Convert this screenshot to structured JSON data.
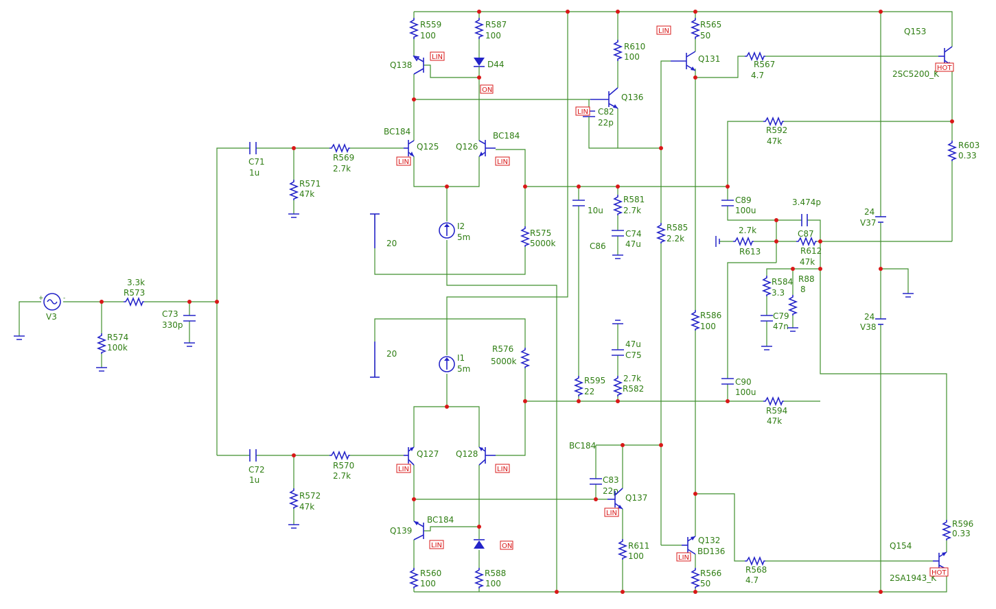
{
  "resistors": [
    {
      "id": "r559",
      "name": "R559",
      "value": "100"
    },
    {
      "id": "r587",
      "name": "R587",
      "value": "100"
    },
    {
      "id": "r610",
      "name": "R610",
      "value": "100"
    },
    {
      "id": "r565",
      "name": "R565",
      "value": "50"
    },
    {
      "id": "r567",
      "name": "R567",
      "value": "4.7"
    },
    {
      "id": "r592",
      "name": "R592",
      "value": "47k"
    },
    {
      "id": "r603",
      "name": "R603",
      "value": "0.33"
    },
    {
      "id": "r569",
      "name": "R569",
      "value": "2.7k"
    },
    {
      "id": "r571",
      "name": "R571",
      "value": "47k"
    },
    {
      "id": "r581",
      "name": "R581",
      "value": "2.7k"
    },
    {
      "id": "r585",
      "name": "R585",
      "value": "2.2k"
    },
    {
      "id": "r575",
      "name": "R575",
      "value": "5000k"
    },
    {
      "id": "r613",
      "name": "R613",
      "value": "2.7k"
    },
    {
      "id": "r612",
      "name": "R612",
      "value": "47k"
    },
    {
      "id": "r584",
      "name": "R584",
      "value": "3.3"
    },
    {
      "id": "r88",
      "name": "R88",
      "value": "8"
    },
    {
      "id": "r573",
      "name": "R573",
      "value": "3.3k"
    },
    {
      "id": "r574",
      "name": "R574",
      "value": "100k"
    },
    {
      "id": "r586",
      "name": "R586",
      "value": "100"
    },
    {
      "id": "r576",
      "name": "R576",
      "value": "5000k"
    },
    {
      "id": "r595",
      "name": "R595",
      "value": "22"
    },
    {
      "id": "r582",
      "name": "R582",
      "value": "2.7k"
    },
    {
      "id": "r594",
      "name": "R594",
      "value": "47k"
    },
    {
      "id": "r570",
      "name": "R570",
      "value": "2.7k"
    },
    {
      "id": "r572",
      "name": "R572",
      "value": "47k"
    },
    {
      "id": "r611",
      "name": "R611",
      "value": "100"
    },
    {
      "id": "r596",
      "name": "R596",
      "value": "0.33"
    },
    {
      "id": "r568",
      "name": "R568",
      "value": "4.7"
    },
    {
      "id": "r560",
      "name": "R560",
      "value": "100"
    },
    {
      "id": "r566",
      "name": "R566",
      "value": "50"
    },
    {
      "id": "r588",
      "name": "R588",
      "value": "100"
    }
  ],
  "capacitors": [
    {
      "id": "c82",
      "name": "C82",
      "value": "22p"
    },
    {
      "id": "c71",
      "name": "C71",
      "value": "1u"
    },
    {
      "id": "c89",
      "name": "C89",
      "value": "100u"
    },
    {
      "id": "c86",
      "name": "C86",
      "value": "10u"
    },
    {
      "id": "c74",
      "name": "C74",
      "value": "47u"
    },
    {
      "id": "c87",
      "name": "C87",
      "value": "3.474p"
    },
    {
      "id": "c79",
      "name": "C79",
      "value": "47n"
    },
    {
      "id": "c73",
      "name": "C73",
      "value": "330p"
    },
    {
      "id": "c75",
      "name": "C75",
      "value": "47u"
    },
    {
      "id": "c90",
      "name": "C90",
      "value": "100u"
    },
    {
      "id": "c72",
      "name": "C72",
      "value": "1u"
    },
    {
      "id": "c83",
      "name": "C83",
      "value": "22p"
    }
  ],
  "transistors": [
    {
      "id": "q138",
      "name": "Q138",
      "model": ""
    },
    {
      "id": "q136",
      "name": "Q136",
      "model": ""
    },
    {
      "id": "q131",
      "name": "Q131",
      "model": ""
    },
    {
      "id": "q153",
      "name": "Q153",
      "model": "2SC5200_K"
    },
    {
      "id": "q125",
      "name": "Q125",
      "model": "BC184"
    },
    {
      "id": "q126",
      "name": "Q126",
      "model": "BC184"
    },
    {
      "id": "q127",
      "name": "Q127",
      "model": ""
    },
    {
      "id": "q128",
      "name": "Q128",
      "model": ""
    },
    {
      "id": "q137",
      "name": "Q137",
      "model": "BC184"
    },
    {
      "id": "q139",
      "name": "Q139",
      "model": "BC184"
    },
    {
      "id": "q132",
      "name": "Q132",
      "model": "BD136"
    },
    {
      "id": "q154",
      "name": "Q154",
      "model": "2SA1943_K"
    }
  ],
  "diodes": [
    {
      "id": "d44",
      "name": "D44"
    }
  ],
  "current_sources": [
    {
      "id": "i2",
      "name": "I2",
      "value": "5m"
    },
    {
      "id": "i1",
      "name": "I1",
      "value": "5m"
    }
  ],
  "batteries": [
    {
      "id": "bat_top",
      "value": "20"
    },
    {
      "id": "bat_bot",
      "value": "20"
    },
    {
      "id": "v37",
      "name": "V37",
      "value": "24"
    },
    {
      "id": "v38",
      "name": "V38",
      "value": "24"
    }
  ],
  "signal_source": {
    "name": "V3"
  },
  "tags": {
    "lin": "LIN",
    "on": "ON",
    "hot": "HOT"
  },
  "colors": {
    "wire": "#3f8f2c",
    "component": "#2323c8",
    "junction": "#d81818",
    "label": "#2e7d12"
  }
}
